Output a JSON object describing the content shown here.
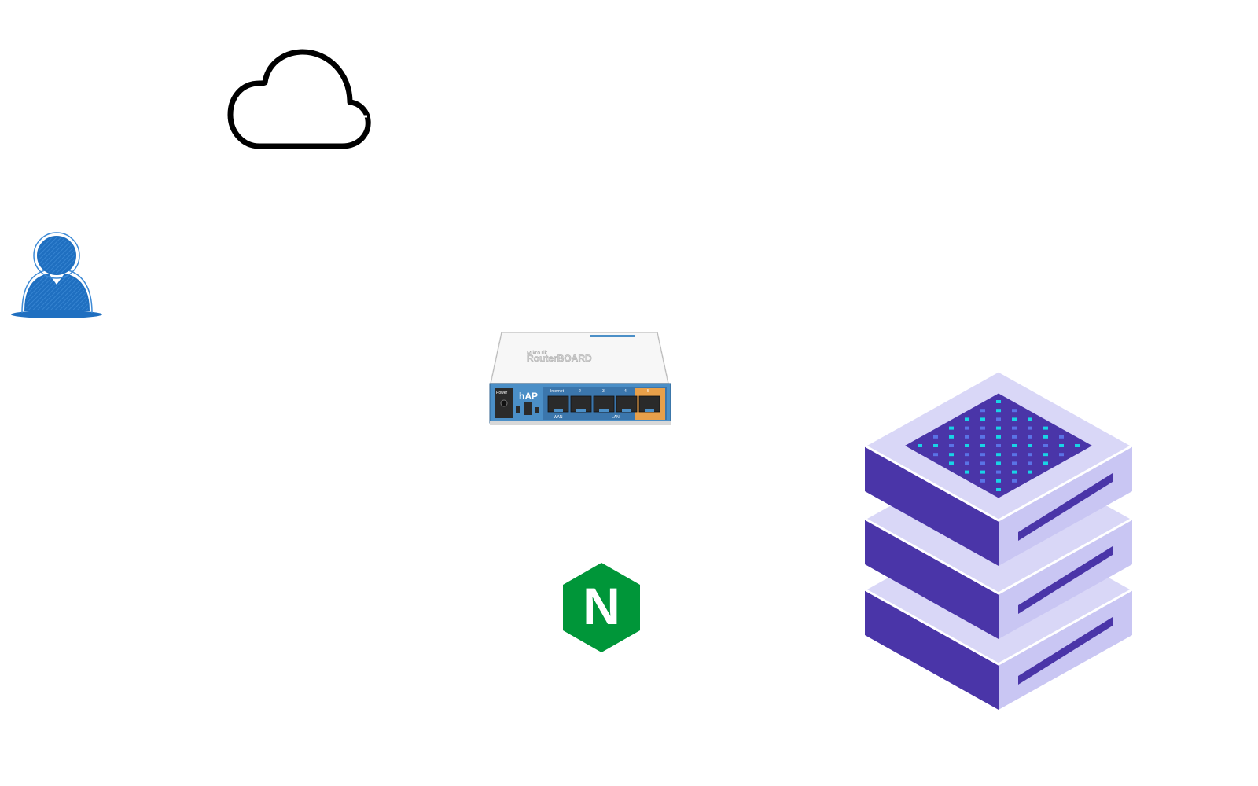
{
  "diagram": {
    "nodes": [
      {
        "id": "cloud",
        "icon": "cloud-icon"
      },
      {
        "id": "user",
        "icon": "user-icon"
      },
      {
        "id": "router",
        "icon": "router-icon",
        "brand_small": "MikroTik",
        "brand": "RouterBOARD",
        "model": "hAP",
        "ports": {
          "power": "Power",
          "p1": "Internet",
          "p2": "2",
          "p3": "3",
          "p4": "4",
          "p5": "5"
        },
        "port_group_labels": {
          "wan": "WAN",
          "lan": "LAN"
        }
      },
      {
        "id": "nginx",
        "icon": "nginx-icon",
        "letter": "N"
      },
      {
        "id": "servers",
        "icon": "server-stack-icon"
      }
    ]
  },
  "colors": {
    "cloud_stroke": "#000000",
    "user_blue": "#1f6fc0",
    "router_face": "#4b8fc7",
    "router_orange": "#e8a04a",
    "nginx_green": "#009639",
    "server_dark": "#4a35a8",
    "server_light": "#c9c6f3",
    "server_top": "#d9d7f7",
    "server_cyan": "#19d3e6"
  }
}
